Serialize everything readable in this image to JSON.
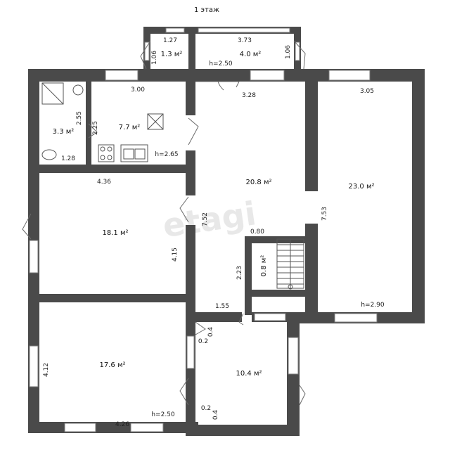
{
  "plan": {
    "floor_title": "1 этаж",
    "watermark": "etagi",
    "rooms": [
      {
        "id": "bath",
        "area": "3.3 м²"
      },
      {
        "id": "kitchen",
        "area": "7.7 м²"
      },
      {
        "id": "hall",
        "area": "20.8 м²"
      },
      {
        "id": "big-right",
        "area": "23.0 м²"
      },
      {
        "id": "living-left",
        "area": "18.1 м²"
      },
      {
        "id": "bottom-left",
        "area": "17.6 м²"
      },
      {
        "id": "bottom-mid",
        "area": "10.4 м²"
      },
      {
        "id": "porch-small",
        "area": "1.3 м²"
      },
      {
        "id": "porch-large",
        "area": "4.0 м²"
      },
      {
        "id": "closet",
        "area": "0.8 м²"
      }
    ],
    "dimensions": [
      "1.27",
      "3.73",
      "1.06",
      "1.06",
      "h=2.50",
      "3.00",
      "3.28",
      "3.05",
      "2.55",
      "2.25",
      "1.28",
      "h=2.65",
      "4.36",
      "7.52",
      "0.80",
      "2.23",
      "7.53",
      "4.15",
      "h=2.90",
      "1.55",
      "0.4",
      "0.2",
      "4.12",
      "0.2",
      "0.4",
      "4.26",
      "h=2.50"
    ]
  }
}
